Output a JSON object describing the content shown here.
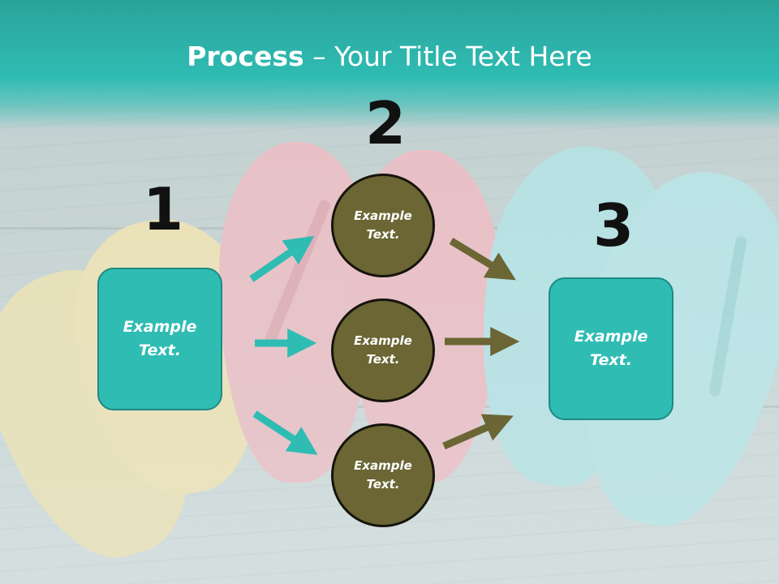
{
  "title": {
    "bold": "Process",
    "rest": " – Your Title Text Here"
  },
  "steps": [
    {
      "number": "1",
      "text": "Example Text."
    },
    {
      "number": "2",
      "items": [
        "Example Text.",
        "Example Text.",
        "Example Text."
      ]
    },
    {
      "number": "3",
      "text": "Example Text."
    }
  ],
  "colors": {
    "teal": "#2fbcb3",
    "olive": "#6b6634",
    "dark": "#111111"
  }
}
